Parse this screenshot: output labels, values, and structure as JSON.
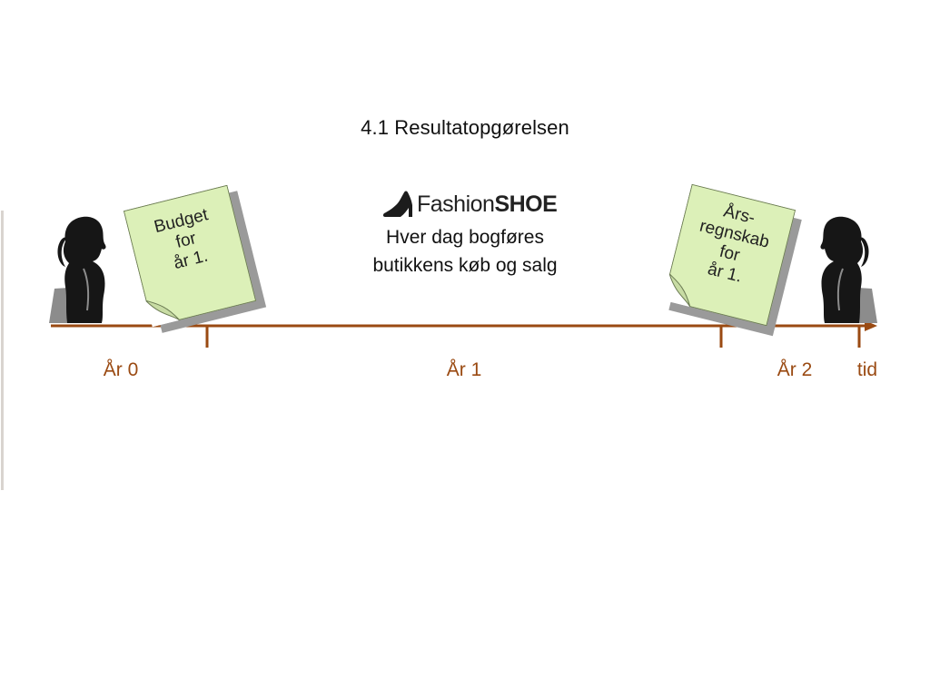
{
  "title": "4.1 Resultatopgørelsen",
  "logo": {
    "brand_light": "Fashion",
    "brand_bold": "SHOE",
    "icon": "high-heel-shoe-icon"
  },
  "description": {
    "line1": "Hver dag bogføres",
    "line2": "butikkens køb og salg"
  },
  "notes": {
    "budget": {
      "lines": [
        "Budget",
        "for",
        "år 1."
      ]
    },
    "aarsregnskab": {
      "lines": [
        "Års-",
        "regnskab",
        "for",
        "år 1."
      ]
    }
  },
  "timeline": {
    "labels": {
      "year0": "År 0",
      "year1": "År 1",
      "year2": "År 2",
      "axis": "tid"
    }
  },
  "colors": {
    "timeline": "#9a4a12",
    "note_fill": "#dcf0b8"
  },
  "icons": {
    "left_figure": "woman-silhouette-icon",
    "right_figure": "woman-silhouette-icon",
    "arrow": "arrow-right-icon"
  }
}
